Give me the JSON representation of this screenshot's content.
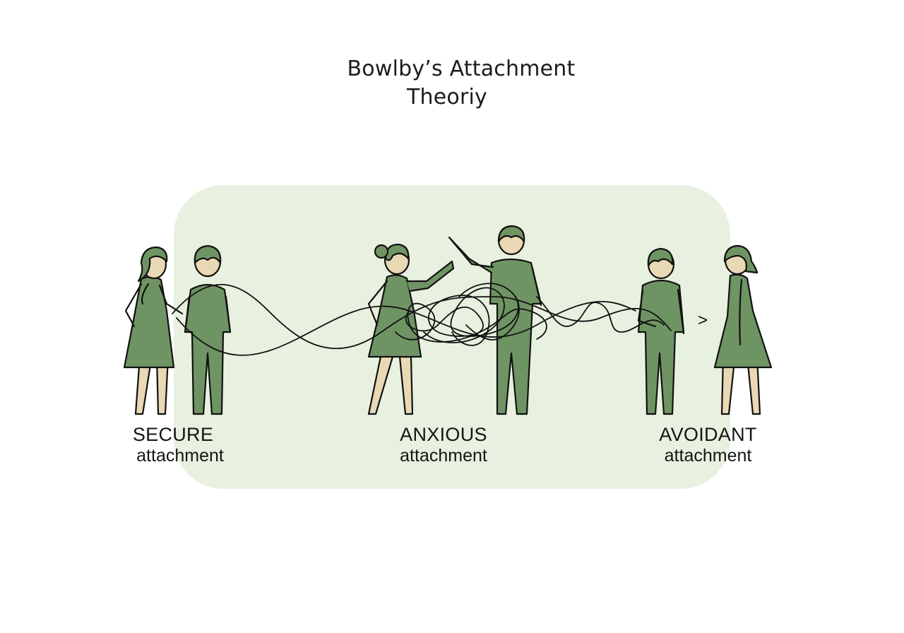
{
  "title": {
    "line1": "Bowlby’s Attachment",
    "line2": "Theoriy"
  },
  "styles": [
    {
      "id": "secure",
      "heading": "SECURE",
      "subheading": "attachment"
    },
    {
      "id": "anxious",
      "heading": "ANXIOUS",
      "subheading": "attachment"
    },
    {
      "id": "avoidant",
      "heading": "AVOIDANT",
      "subheading": "attachment"
    }
  ],
  "avoidant_marker": ">",
  "colors": {
    "panel": "#e8f0df",
    "figure": "#6f9463",
    "skin": "#e9d8b4",
    "outline": "#111111",
    "text": "#151515"
  }
}
